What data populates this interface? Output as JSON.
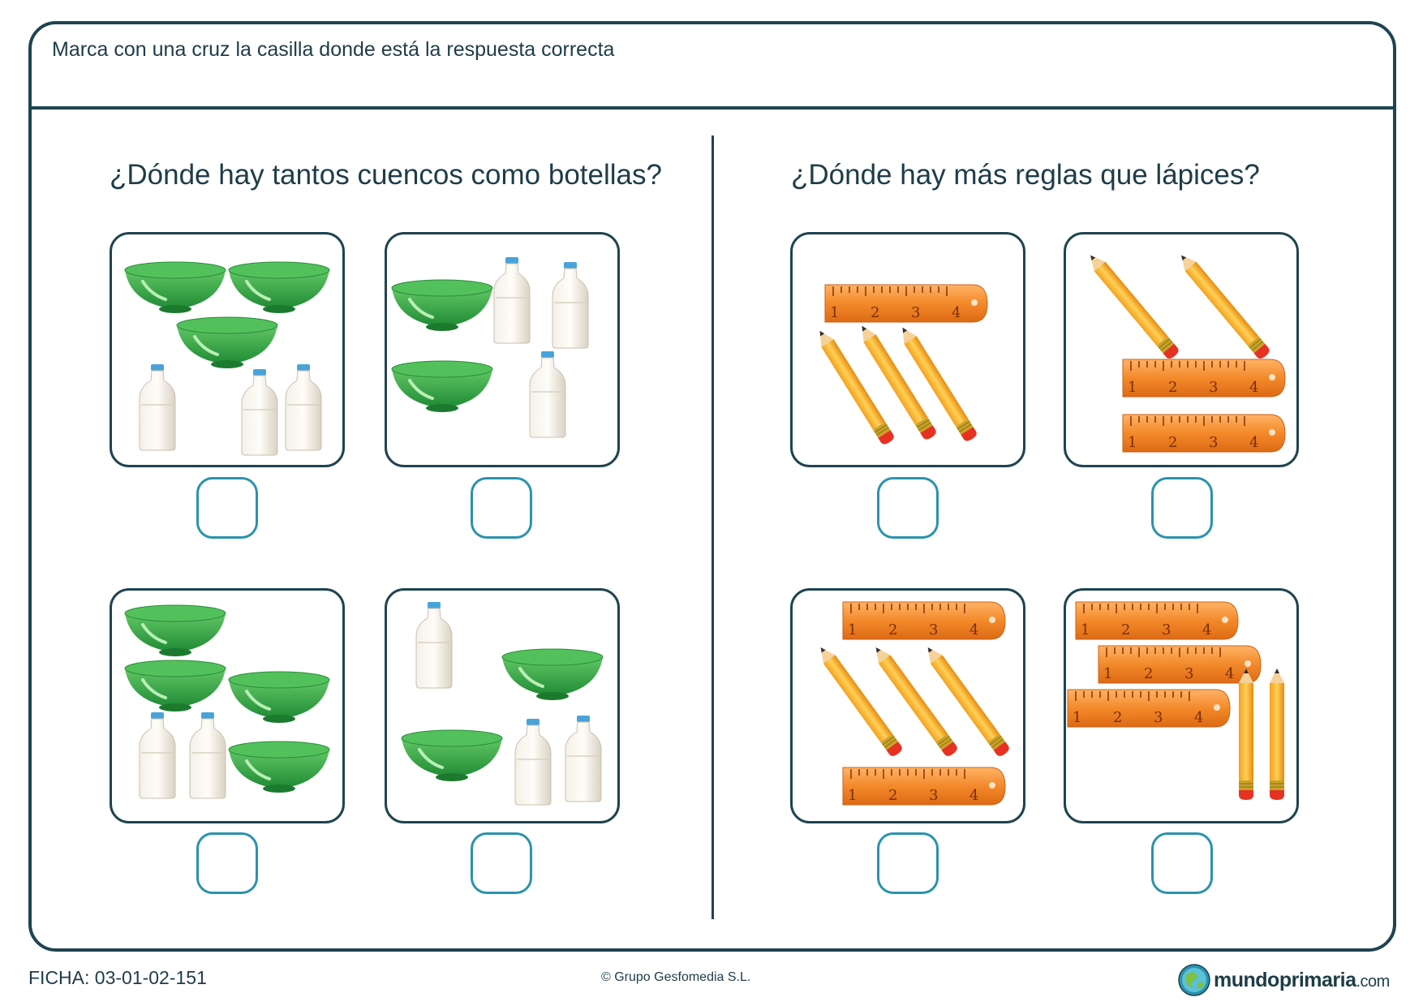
{
  "worksheet": {
    "instruction": "Marca con una cruz la casilla donde está la respuesta correcta"
  },
  "exercises": [
    {
      "question": "¿Dónde hay tantos cuencos como botellas?",
      "options": [
        {
          "bowls": 3,
          "bottles": 3
        },
        {
          "bowls": 2,
          "bottles": 3
        },
        {
          "bowls": 4,
          "bottles": 2
        },
        {
          "bowls": 2,
          "bottles": 3
        }
      ]
    },
    {
      "question": "¿Dónde hay más reglas que lápices?",
      "options": [
        {
          "rulers": 1,
          "pencils": 3
        },
        {
          "rulers": 2,
          "pencils": 2
        },
        {
          "rulers": 2,
          "pencils": 3
        },
        {
          "rulers": 3,
          "pencils": 2
        }
      ]
    }
  ],
  "ruler_numbers": [
    "1",
    "2",
    "3",
    "4"
  ],
  "colors": {
    "frame": "#1e4450",
    "checkbox": "#2b93ad",
    "bowl": "#3aa84a",
    "ruler": "#f08a2c",
    "pencil": "#f5a623"
  },
  "footer": {
    "code": "FICHA: 03-01-02-151",
    "copyright": "© Grupo Gesfomedia S.L.",
    "brand_name": "mundoprimaria",
    "brand_tld": ".com"
  }
}
